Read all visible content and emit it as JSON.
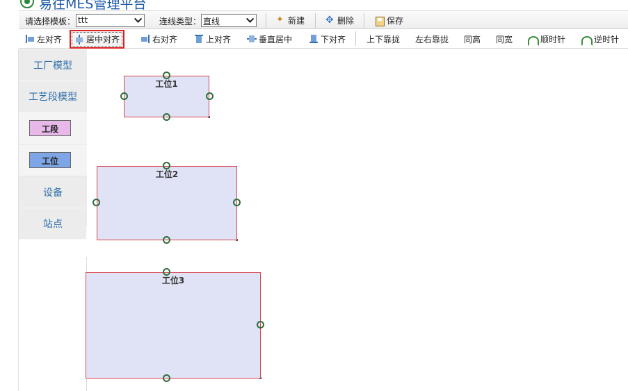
{
  "app": {
    "title": "易往MES管理平台"
  },
  "toolbar": {
    "template_label": "请选择模板：",
    "template_value": "ttt",
    "line_type_label": "连线类型：",
    "line_type_value": "直线",
    "new_label": "新建",
    "delete_label": "删除",
    "save_label": "保存"
  },
  "align_bar": {
    "items": [
      {
        "label": "左对齐",
        "icon": "align-left-icon"
      },
      {
        "label": "居中对齐",
        "icon": "align-center-icon",
        "active": true
      },
      {
        "label": "右对齐",
        "icon": "align-right-icon"
      },
      {
        "label": "上对齐",
        "icon": "align-top-icon"
      },
      {
        "label": "垂直居中",
        "icon": "align-middle-icon"
      },
      {
        "label": "下对齐",
        "icon": "align-bottom-icon"
      },
      {
        "label": "上下靠拢"
      },
      {
        "label": "左右靠拢"
      },
      {
        "label": "同高"
      },
      {
        "label": "同宽"
      },
      {
        "label": "顺时针",
        "icon": "rotate-cw-icon"
      },
      {
        "label": "逆时针",
        "icon": "rotate-ccw-icon"
      }
    ]
  },
  "left_panel": {
    "factory_model": "工厂模型",
    "process_model": "工艺段模型",
    "section_label": "工段",
    "station_label": "工位",
    "equipment": "设备",
    "site": "站点",
    "section_color": "#e7b8e8",
    "station_color": "#7ea6e6"
  },
  "canvas": {
    "nodes": [
      {
        "title": "工位1"
      },
      {
        "title": "工位2"
      },
      {
        "title": "工位3"
      }
    ],
    "node_fill": "#dfe3f5",
    "node_border": "#d9434c",
    "port_color": "#2f6d3a"
  }
}
